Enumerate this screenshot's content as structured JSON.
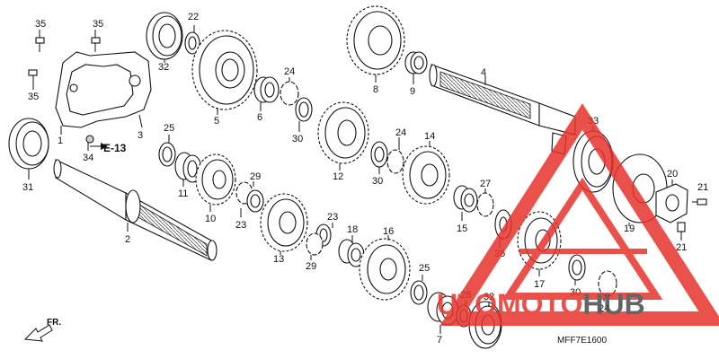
{
  "diagram": {
    "reference_code": "MFF7E1600",
    "section_ref": "E-13",
    "front_label": "FR."
  },
  "callouts": [
    "35",
    "35",
    "35",
    "22",
    "32",
    "5",
    "24",
    "6",
    "30",
    "8",
    "9",
    "4",
    "1",
    "3",
    "34",
    "31",
    "2",
    "25",
    "11",
    "10",
    "29",
    "23",
    "12",
    "24",
    "30",
    "14",
    "33",
    "20",
    "21",
    "13",
    "23",
    "18",
    "29",
    "16",
    "27",
    "15",
    "26",
    "25",
    "17",
    "30",
    "24",
    "19",
    "21",
    "28",
    "32",
    "7"
  ],
  "watermark": {
    "part1": "UTOMOTO",
    "part2": "HUB",
    "color_red": "#e8332c",
    "color_gray": "#4a4a4a",
    "triangle_color": "#e8332c"
  }
}
